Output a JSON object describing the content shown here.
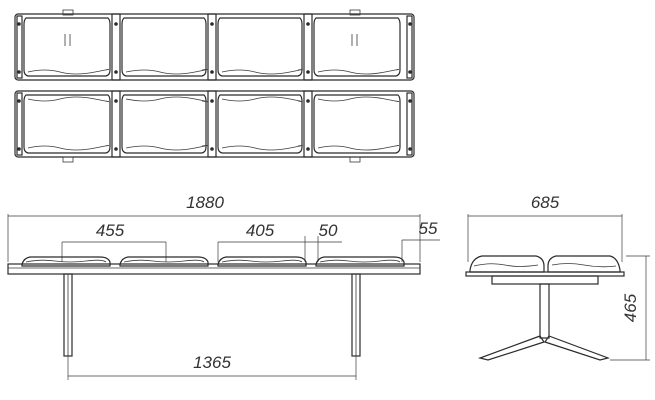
{
  "dimensions": {
    "overall_length": "1880",
    "seat_width": "455",
    "seat_depth_front": "405",
    "gap": "50",
    "end_offset": "55",
    "leg_span": "1365",
    "depth": "685",
    "height": "465"
  },
  "colors": {
    "ink": "#2b2b2b",
    "paper": "#ffffff"
  }
}
